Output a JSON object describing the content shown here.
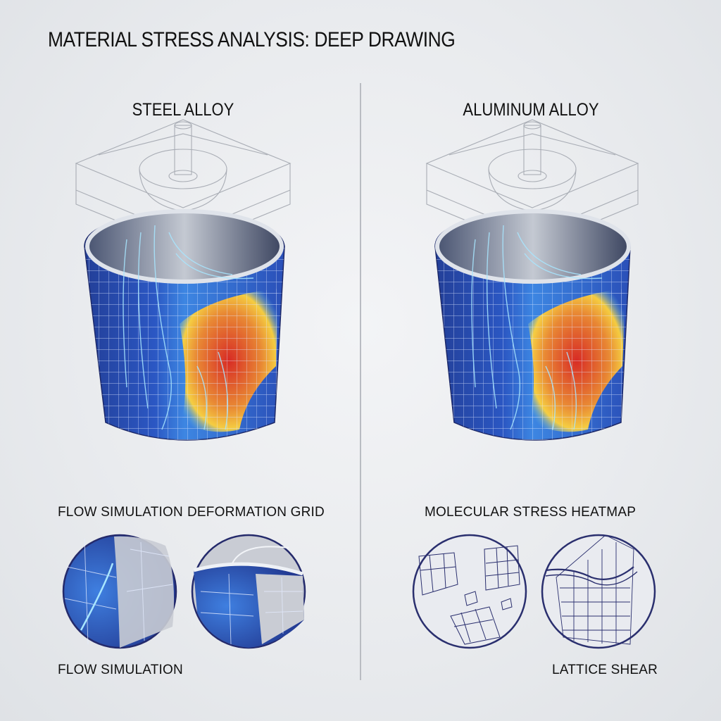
{
  "header": {
    "title": "MATERIAL STRESS ANALYSIS: DEEP DRAWING"
  },
  "panels": [
    {
      "title": "STEEL ALLOY",
      "cup": {
        "colormap": [
          "#1f3c94",
          "#3a7be0",
          "#f6a53a",
          "#e8321f"
        ],
        "grid": true,
        "flow_lines": true
      },
      "detail_labels": [
        "FLOW SIMULATION",
        "DEFORMATION GRID"
      ],
      "bottom_label": "FLOW SIMULATION"
    },
    {
      "title": "ALUMINUM ALLOY",
      "cup": {
        "colormap": [
          "#1f3c94",
          "#3a7be0",
          "#f6a53a",
          "#e8321f"
        ],
        "grid": true,
        "flow_lines": true
      },
      "detail_labels": [
        "MOLECULAR STRESS HEATMAP"
      ],
      "bottom_label": "LATTICE SHEAR"
    }
  ],
  "colors": {
    "stress_low": "#1f3c94",
    "stress_mid": "#3a7be0",
    "stress_high": "#e8321f",
    "stress_warm": "#f6a53a",
    "outline": "#2a2f6e"
  }
}
